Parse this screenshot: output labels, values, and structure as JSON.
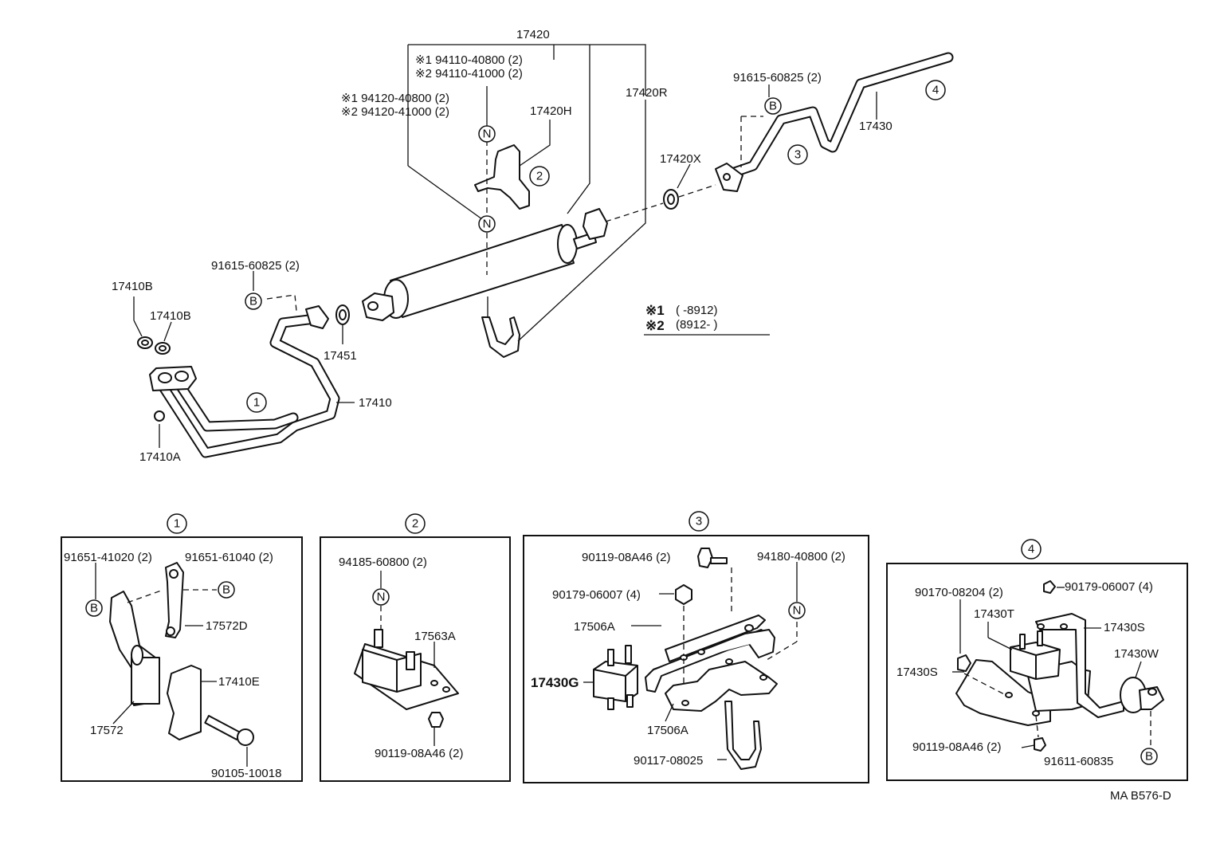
{
  "diagram": {
    "main_parts": {
      "p17420": "17420",
      "p17420H": "17420H",
      "p17420R": "17420R",
      "p17420X": "17420X",
      "p17430": "17430",
      "p17410": "17410",
      "p17410B_a": "17410B",
      "p17410B_b": "17410B",
      "p17410A": "17410A",
      "p17451": "17451",
      "bolt_a": "91615-60825 (2)",
      "bolt_b": "91615-60825 (2)",
      "n1_a": "※1  94110-40800 (2)",
      "n2_a": "※2  94110-41000 (2)",
      "n1_b": "※1  94120-40800 (2)",
      "n2_b": "※2  94120-41000 (2)"
    },
    "legend": {
      "line1_mark": "※1",
      "line1_range": "(        -8912)",
      "line2_mark": "※2",
      "line2_range": "(8912-         )"
    },
    "callouts": {
      "c1": "1",
      "c2": "2",
      "c3": "3",
      "c4": "4",
      "letter_b": "B",
      "letter_n": "N"
    },
    "box1": {
      "title": "1",
      "a": "91651-41020 (2)",
      "b": "91651-61040 (2)",
      "c": "17572D",
      "d": "17410E",
      "e": "17572",
      "f": "90105-10018"
    },
    "box2": {
      "title": "2",
      "a": "94185-60800 (2)",
      "b": "17563A",
      "c": "90119-08A46 (2)"
    },
    "box3": {
      "title": "3",
      "a": "90119-08A46 (2)",
      "b": "94180-40800 (2)",
      "c": "90179-06007 (4)",
      "d": "17506A",
      "e": "17430G",
      "f": "17506A",
      "g": "90117-08025"
    },
    "box4": {
      "title": "4",
      "a": "90179-06007 (4)",
      "b": "90170-08204 (2)",
      "c": "17430T",
      "d": "17430S",
      "e": "17430S",
      "f": "17430W",
      "g": "90119-08A46 (2)",
      "h": "91611-60835"
    },
    "ref_code": "MA B576-D"
  }
}
